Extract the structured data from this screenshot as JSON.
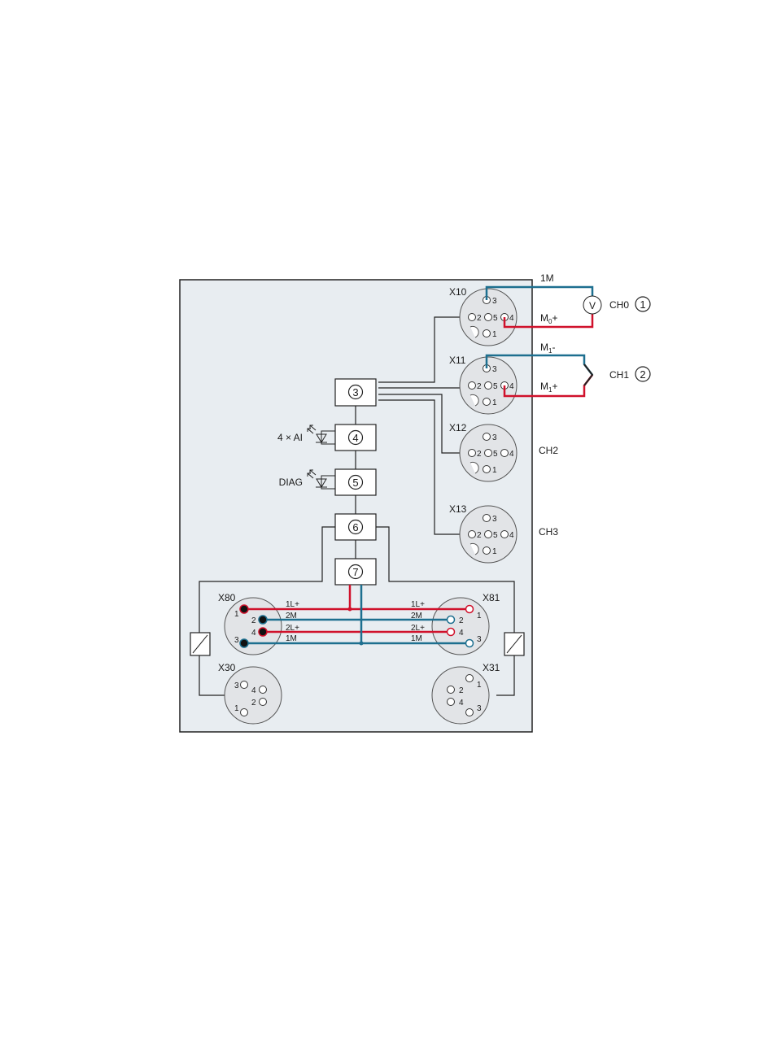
{
  "colors": {
    "module_fill": "#e8edf1",
    "connector_fill": "#e2e4e7",
    "red": "#d0112b",
    "blue": "#1d6f8f",
    "line": "#222222"
  },
  "blocks": [
    "3",
    "4",
    "5",
    "6",
    "7"
  ],
  "status": {
    "ai_label": "4 × AI",
    "diag_label": "DIAG"
  },
  "connectors": {
    "x10": {
      "name": "X10",
      "pins": [
        "3",
        "2",
        "5",
        "4",
        "1"
      ]
    },
    "x11": {
      "name": "X11",
      "pins": [
        "3",
        "2",
        "5",
        "4",
        "1"
      ]
    },
    "x12": {
      "name": "X12",
      "pins": [
        "3",
        "2",
        "5",
        "4",
        "1"
      ]
    },
    "x13": {
      "name": "X13",
      "pins": [
        "3",
        "2",
        "5",
        "4",
        "1"
      ]
    },
    "x80": {
      "name": "X80",
      "pins": [
        "1",
        "2",
        "4",
        "3"
      ]
    },
    "x81": {
      "name": "X81",
      "pins": [
        "1",
        "2",
        "4",
        "3"
      ]
    },
    "x30": {
      "name": "X30",
      "pins": [
        "3",
        "4",
        "2",
        "1"
      ]
    },
    "x31": {
      "name": "X31",
      "pins": [
        "1",
        "2",
        "4",
        "3"
      ]
    }
  },
  "channels": {
    "ch0": "CH0",
    "ch1": "CH1",
    "ch2": "CH2",
    "ch3": "CH3",
    "voltmeter": "V",
    "callout_1": "1",
    "callout_2": "2"
  },
  "wiring_labels": {
    "m_1m": "1M",
    "m0_main": "M",
    "m0_sub": "0",
    "m0_suffix": "+",
    "m1minus_main": "M",
    "m1minus_sub": "1",
    "m1minus_suffix": "-",
    "m1plus_main": "M",
    "m1plus_sub": "1",
    "m1plus_suffix": "+"
  },
  "power_bus": {
    "left": [
      "1L+",
      "2M",
      "2L+",
      "1M"
    ],
    "right": [
      "1L+",
      "2M",
      "2L+",
      "1M"
    ]
  }
}
